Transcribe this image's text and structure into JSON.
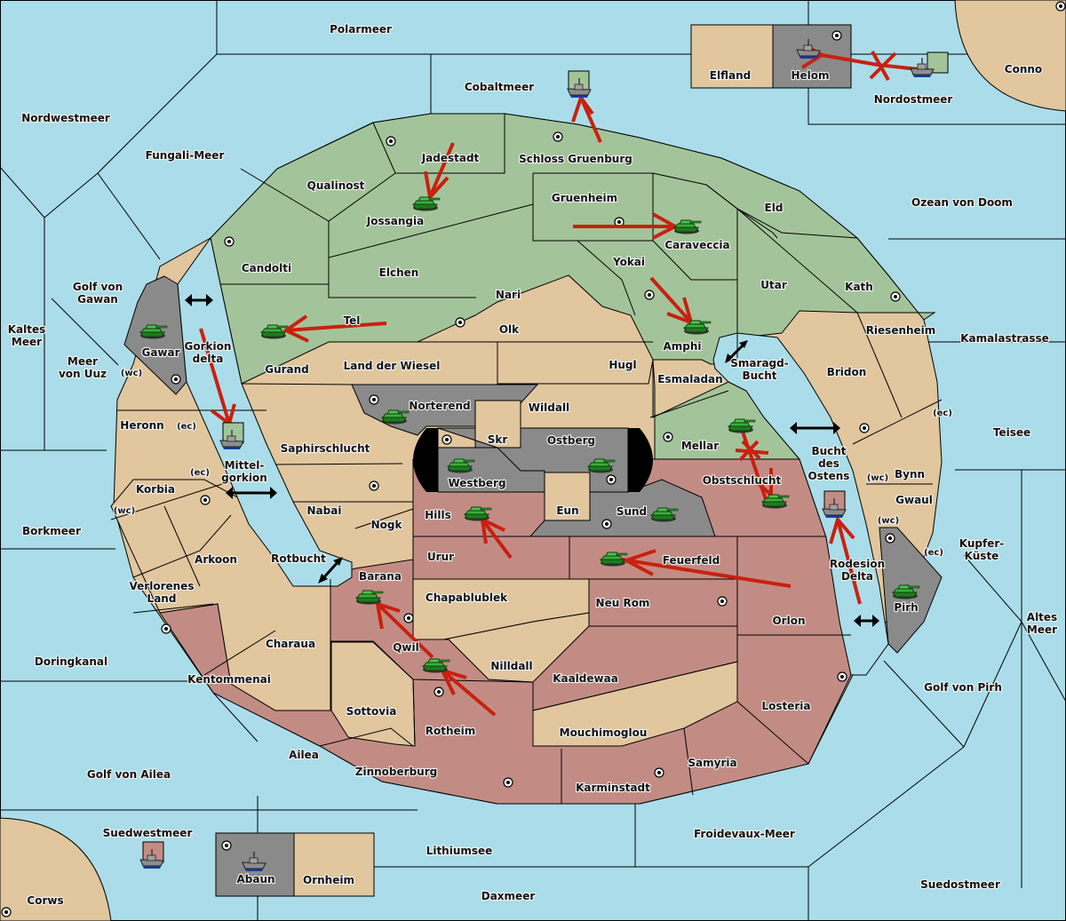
{
  "map": {
    "title": "Diplomacy-style map",
    "colors": {
      "sea": "#aadde9",
      "power_green": "#a3c49a",
      "power_red": "#c28c84",
      "neutral_tan": "#e1c69e",
      "power_grey": "#8a8a8a",
      "order_arrow": "#c9200f"
    },
    "seas": [
      {
        "id": "polarmeer",
        "name": "Polarmeer"
      },
      {
        "id": "cobaltmeer",
        "name": "Cobaltmeer"
      },
      {
        "id": "nordwestmeer",
        "name": "Nordwestmeer"
      },
      {
        "id": "fungali",
        "name": "Fungali-Meer"
      },
      {
        "id": "nordostmeer",
        "name": "Nordostmeer"
      },
      {
        "id": "ozean",
        "name": "Ozean von Doom"
      },
      {
        "id": "golf-gawan",
        "name1": "Golf von",
        "name2": "Gawan"
      },
      {
        "id": "kaltes",
        "name1": "Kaltes",
        "name2": "Meer"
      },
      {
        "id": "uuz",
        "name1": "Meer",
        "name2": "von Uuz"
      },
      {
        "id": "gorkion-delta",
        "name1": "Gorkion",
        "name2": "delta"
      },
      {
        "id": "mittelgorkion",
        "name1": "Mittel-",
        "name2": "gorkion"
      },
      {
        "id": "borkmeer",
        "name": "Borkmeer"
      },
      {
        "id": "rotbucht",
        "name": "Rotbucht"
      },
      {
        "id": "doringkanal",
        "name": "Doringkanal"
      },
      {
        "id": "golf-ailea",
        "name": "Golf von Ailea"
      },
      {
        "id": "suedwestmeer",
        "name": "Suedwestmeer"
      },
      {
        "id": "lithiumsee",
        "name": "Lithiumsee"
      },
      {
        "id": "daxmeer",
        "name": "Daxmeer"
      },
      {
        "id": "froidevaux",
        "name": "Froidevaux-Meer"
      },
      {
        "id": "suedostmeer",
        "name": "Suedostmeer"
      },
      {
        "id": "golf-pirh",
        "name": "Golf von Pirh"
      },
      {
        "id": "altes",
        "name1": "Altes",
        "name2": "Meer"
      },
      {
        "id": "kupfer",
        "name1": "Kupfer-",
        "name2": "Küste"
      },
      {
        "id": "teisee",
        "name": "Teisee"
      },
      {
        "id": "kamala",
        "name": "Kamalastrasse"
      },
      {
        "id": "smaragd",
        "name1": "Smaragd-",
        "name2": "Bucht"
      },
      {
        "id": "bucht-ostens",
        "name1": "Bucht",
        "name2": "des",
        "name3": "Ostens"
      },
      {
        "id": "rodesion",
        "name1": "Rodesion",
        "name2": "Delta"
      }
    ],
    "lands": [
      {
        "name": "Elfland",
        "owner": "neutral"
      },
      {
        "name": "Helom",
        "owner": "grey"
      },
      {
        "name": "Conno",
        "owner": "neutral"
      },
      {
        "name": "Jadestadt",
        "owner": "green"
      },
      {
        "name": "Schloss Gruenburg",
        "owner": "green"
      },
      {
        "name": "Qualinost",
        "owner": "green"
      },
      {
        "name": "Jossangia",
        "owner": "green"
      },
      {
        "name": "Gruenheim",
        "owner": "green"
      },
      {
        "name": "Caraveccia",
        "owner": "green"
      },
      {
        "name": "Eld",
        "owner": "green"
      },
      {
        "name": "Candolti",
        "owner": "green"
      },
      {
        "name": "Elchen",
        "owner": "green"
      },
      {
        "name": "Yokai",
        "owner": "green"
      },
      {
        "name": "Utar",
        "owner": "green"
      },
      {
        "name": "Kath",
        "owner": "green"
      },
      {
        "name": "Nari",
        "owner": "green"
      },
      {
        "name": "Tel",
        "owner": "green"
      },
      {
        "name": "Gurand",
        "owner": "green"
      },
      {
        "name": "Amphi",
        "owner": "green"
      },
      {
        "name": "Mellar",
        "owner": "green"
      },
      {
        "name": "Olk",
        "owner": "neutral"
      },
      {
        "name": "Land der Wiesel",
        "owner": "neutral"
      },
      {
        "name": "Hugl",
        "owner": "neutral"
      },
      {
        "name": "Esmaladan",
        "owner": "neutral"
      },
      {
        "name": "Riesenheim",
        "owner": "neutral"
      },
      {
        "name": "Bridon",
        "owner": "neutral"
      },
      {
        "name": "Gawar",
        "owner": "grey"
      },
      {
        "name": "Heronn",
        "owner": "neutral"
      },
      {
        "name": "Korbia",
        "owner": "neutral"
      },
      {
        "name": "Saphirschlucht",
        "owner": "neutral"
      },
      {
        "name": "Norterend",
        "owner": "grey"
      },
      {
        "name": "Wildall",
        "owner": "neutral"
      },
      {
        "name": "Skr",
        "owner": "neutral"
      },
      {
        "name": "Ostberg",
        "owner": "grey"
      },
      {
        "name": "Westberg",
        "owner": "grey"
      },
      {
        "name": "Eun",
        "owner": "neutral"
      },
      {
        "name": "Sund",
        "owner": "grey"
      },
      {
        "name": "Obstschlucht",
        "owner": "red"
      },
      {
        "name": "Bynn",
        "owner": "neutral"
      },
      {
        "name": "Gwaul",
        "owner": "neutral"
      },
      {
        "name": "Pirh",
        "owner": "grey"
      },
      {
        "name": "Nabai",
        "owner": "neutral"
      },
      {
        "name": "Nogk",
        "owner": "neutral"
      },
      {
        "name": "Hills",
        "owner": "red"
      },
      {
        "name": "Arkoon",
        "owner": "neutral"
      },
      {
        "name": "Verlorenes Land",
        "owner": "neutral"
      },
      {
        "name": "Urur",
        "owner": "red"
      },
      {
        "name": "Feuerfeld",
        "owner": "red"
      },
      {
        "name": "Barana",
        "owner": "red"
      },
      {
        "name": "Chapablublek",
        "owner": "neutral"
      },
      {
        "name": "Neu Rom",
        "owner": "red"
      },
      {
        "name": "Orlon",
        "owner": "red"
      },
      {
        "name": "Charaua",
        "owner": "neutral"
      },
      {
        "name": "Qwil",
        "owner": "red"
      },
      {
        "name": "Nilldall",
        "owner": "neutral"
      },
      {
        "name": "Kentommenai",
        "owner": "red"
      },
      {
        "name": "Kaaldewaa",
        "owner": "red"
      },
      {
        "name": "Sottovia",
        "owner": "neutral"
      },
      {
        "name": "Rotheim",
        "owner": "red"
      },
      {
        "name": "Mouchimoglou",
        "owner": "neutral"
      },
      {
        "name": "Losteria",
        "owner": "red"
      },
      {
        "name": "Ailea",
        "owner": "red"
      },
      {
        "name": "Samyria",
        "owner": "red"
      },
      {
        "name": "Zinnoberburg",
        "owner": "red"
      },
      {
        "name": "Karminstadt",
        "owner": "red"
      },
      {
        "name": "Abaun",
        "owner": "grey"
      },
      {
        "name": "Ornheim",
        "owner": "neutral"
      },
      {
        "name": "Corws",
        "owner": "neutral"
      }
    ],
    "coast_tags": {
      "wc": "(wc)",
      "ec": "(ec)"
    },
    "units": [
      {
        "type": "fleet",
        "power": "grey",
        "at": "Helom"
      },
      {
        "type": "fleet",
        "power": "green",
        "at": "Nordostmeer",
        "order": "move Helom",
        "failed": true
      },
      {
        "type": "fleet",
        "power": "green",
        "at": "Cobaltmeer",
        "order": "retreat/move from Schloss Gruenburg"
      },
      {
        "type": "army",
        "power": "green",
        "at": "Jossangia",
        "order": "from Jadestadt"
      },
      {
        "type": "army",
        "power": "green",
        "at": "Caraveccia",
        "order": "from Gruenheim"
      },
      {
        "type": "army",
        "power": "green",
        "at": "Gurand",
        "order": "from Tel"
      },
      {
        "type": "army",
        "power": "green",
        "at": "Amphi",
        "order": "from Yokai"
      },
      {
        "type": "army",
        "power": "grey",
        "at": "Gawar"
      },
      {
        "type": "fleet",
        "power": "green",
        "at": "Mittelgorkion",
        "order": "from Gorkion delta"
      },
      {
        "type": "army",
        "power": "grey",
        "at": "Norterend"
      },
      {
        "type": "army",
        "power": "grey",
        "at": "Westberg"
      },
      {
        "type": "army",
        "power": "grey",
        "at": "Ostberg"
      },
      {
        "type": "army",
        "power": "grey",
        "at": "Sund"
      },
      {
        "type": "army",
        "power": "green",
        "at": "Mellar"
      },
      {
        "type": "army",
        "power": "red",
        "at": "Obstschlucht",
        "order": "from Mellar",
        "failed": true
      },
      {
        "type": "army",
        "power": "red",
        "at": "Hills",
        "order": "from Urur"
      },
      {
        "type": "army",
        "power": "red",
        "at": "Feuerfeld",
        "order": "from Orlon"
      },
      {
        "type": "fleet",
        "power": "red",
        "at": "Bucht des Ostens",
        "order": "from Rodesion Delta"
      },
      {
        "type": "army",
        "power": "grey",
        "at": "Pirh"
      },
      {
        "type": "army",
        "power": "red",
        "at": "Barana",
        "order": "from Qwil"
      },
      {
        "type": "army",
        "power": "red",
        "at": "Qwil",
        "order": "from Rotheim"
      },
      {
        "type": "fleet",
        "power": "red",
        "at": "Suedwestmeer"
      },
      {
        "type": "fleet",
        "power": "grey",
        "at": "Abaun"
      }
    ]
  }
}
